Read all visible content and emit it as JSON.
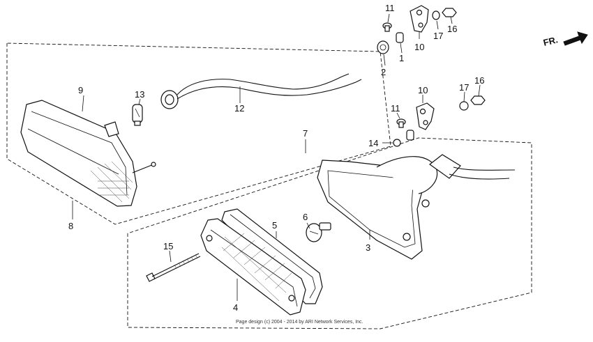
{
  "diagram": {
    "direction_label": "FR.",
    "credit": "Page design (c) 2004 - 2014 by ARI Network Services, Inc.",
    "callouts": {
      "p1": "1",
      "p2": "2",
      "p3": "3",
      "p4": "4",
      "p5": "5",
      "p6": "6",
      "p7": "7",
      "p8": "8",
      "p9": "9",
      "p10a": "10",
      "p10b": "10",
      "p11a": "11",
      "p11b": "11",
      "p12": "12",
      "p13": "13",
      "p14": "14",
      "p15": "15",
      "p16a": "16",
      "p16b": "16",
      "p17a": "17",
      "p17b": "17"
    }
  }
}
